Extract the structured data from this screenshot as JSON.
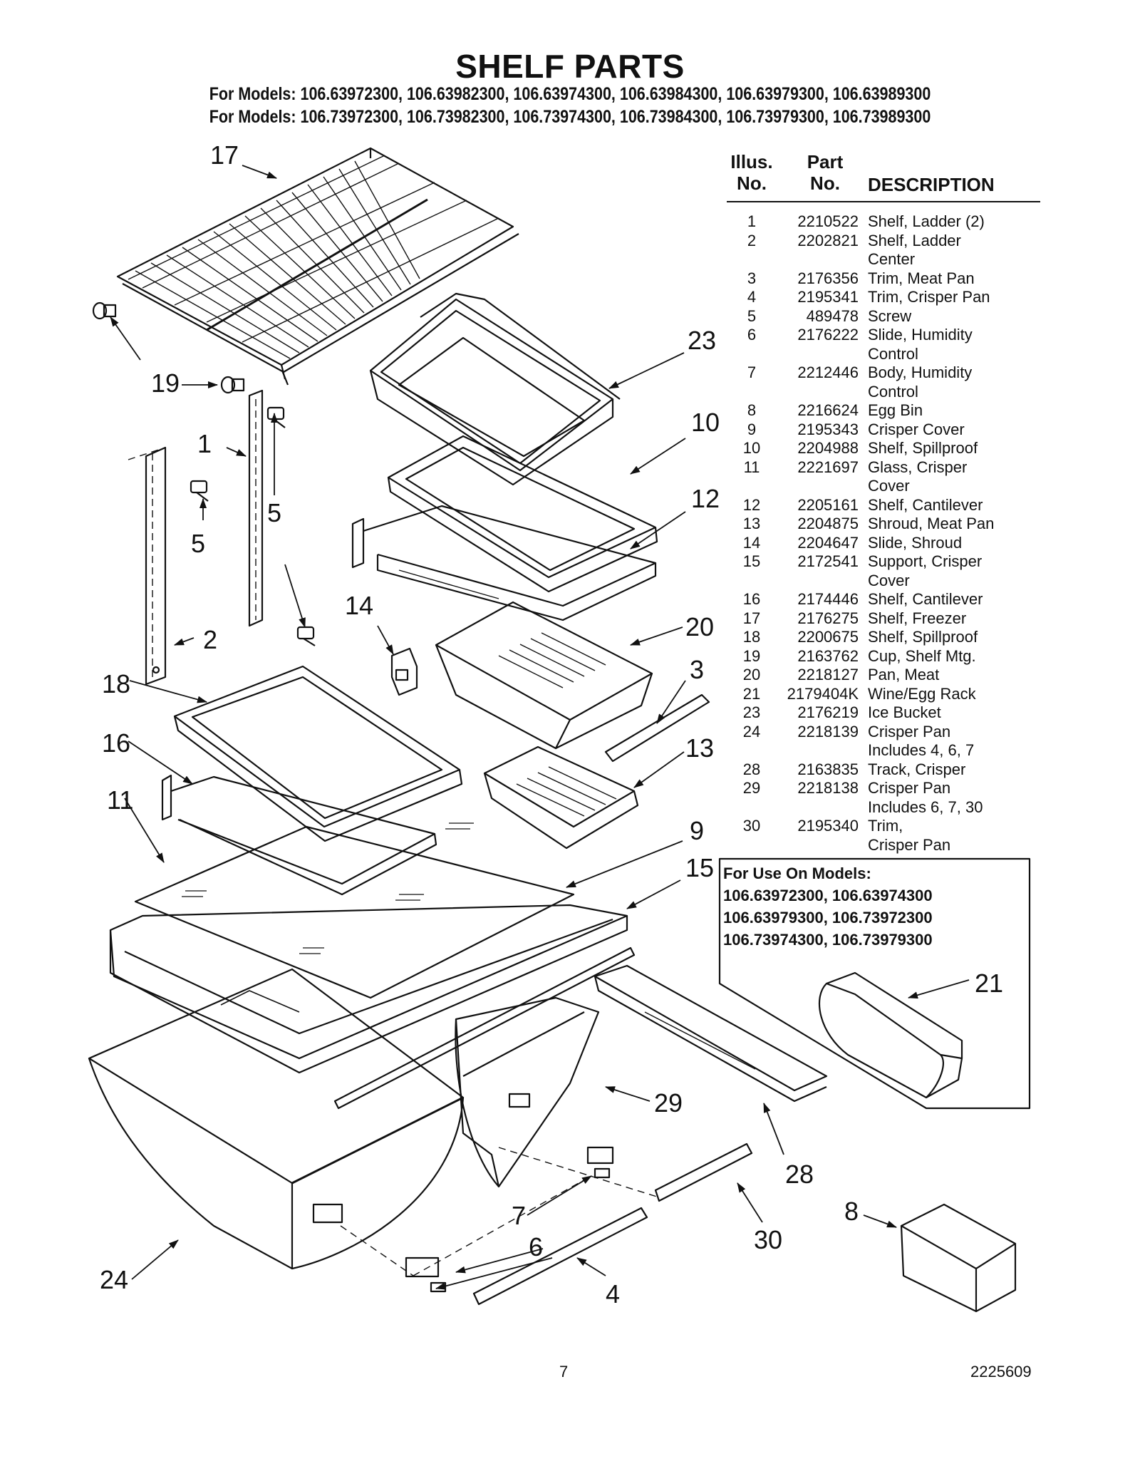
{
  "title": "SHELF PARTS",
  "models_line_1": "For Models: 106.63972300, 106.63982300, 106.63974300, 106.63984300, 106.63979300, 106.63989300",
  "models_line_2": "For Models: 106.73972300, 106.73982300, 106.73974300, 106.73984300, 106.73979300, 106.73989300",
  "table": {
    "header": {
      "illus_line1": "Illus.",
      "illus_line2": "No.",
      "part_line1": "Part",
      "part_line2": "No.",
      "description": "DESCRIPTION"
    },
    "rows": [
      {
        "illus": "1",
        "part": "2210522",
        "desc": "Shelf, Ladder (2)"
      },
      {
        "illus": "2",
        "part": "2202821",
        "desc": "Shelf, Ladder\nCenter"
      },
      {
        "illus": "3",
        "part": "2176356",
        "desc": "Trim, Meat Pan"
      },
      {
        "illus": "4",
        "part": "2195341",
        "desc": "Trim, Crisper Pan"
      },
      {
        "illus": "5",
        "part": "489478",
        "desc": "Screw"
      },
      {
        "illus": "6",
        "part": "2176222",
        "desc": "Slide, Humidity\nControl"
      },
      {
        "illus": "7",
        "part": "2212446",
        "desc": "Body, Humidity\nControl"
      },
      {
        "illus": "8",
        "part": "2216624",
        "desc": "Egg Bin"
      },
      {
        "illus": "9",
        "part": "2195343",
        "desc": "Crisper Cover"
      },
      {
        "illus": "10",
        "part": "2204988",
        "desc": "Shelf, Spillproof"
      },
      {
        "illus": "11",
        "part": "2221697",
        "desc": "Glass, Crisper\nCover"
      },
      {
        "illus": "12",
        "part": "2205161",
        "desc": "Shelf, Cantilever"
      },
      {
        "illus": "13",
        "part": "2204875",
        "desc": "Shroud, Meat Pan"
      },
      {
        "illus": "14",
        "part": "2204647",
        "desc": "Slide, Shroud"
      },
      {
        "illus": "15",
        "part": "2172541",
        "desc": "Support, Crisper\nCover"
      },
      {
        "illus": "16",
        "part": "2174446",
        "desc": "Shelf, Cantilever"
      },
      {
        "illus": "17",
        "part": "2176275",
        "desc": "Shelf, Freezer"
      },
      {
        "illus": "18",
        "part": "2200675",
        "desc": "Shelf, Spillproof"
      },
      {
        "illus": "19",
        "part": "2163762",
        "desc": "Cup, Shelf Mtg."
      },
      {
        "illus": "20",
        "part": "2218127",
        "desc": "Pan, Meat"
      },
      {
        "illus": "21",
        "part": "2179404K",
        "desc": "Wine/Egg Rack"
      },
      {
        "illus": "23",
        "part": "2176219",
        "desc": "Ice Bucket"
      },
      {
        "illus": "24",
        "part": "2218139",
        "desc": "Crisper Pan\nIncludes 4, 6, 7"
      },
      {
        "illus": "28",
        "part": "2163835",
        "desc": "Track, Crisper"
      },
      {
        "illus": "29",
        "part": "2218138",
        "desc": "Crisper Pan\nIncludes 6, 7, 30"
      },
      {
        "illus": "30",
        "part": "2195340",
        "desc": "Trim,\nCrisper Pan"
      }
    ]
  },
  "use_on": {
    "heading": "For Use On Models:",
    "lines": [
      "106.63972300, 106.63974300",
      "106.63979300, 106.73972300",
      "106.73974300, 106.73979300"
    ]
  },
  "callouts": {
    "c17": "17",
    "c19": "19",
    "c1": "1",
    "c5a": "5",
    "c5b": "5",
    "c2": "2",
    "c18": "18",
    "c16": "16",
    "c11": "11",
    "c14": "14",
    "c23": "23",
    "c10": "10",
    "c12": "12",
    "c20": "20",
    "c3": "3",
    "c13": "13",
    "c9": "9",
    "c15": "15",
    "c21": "21",
    "c29": "29",
    "c28": "28",
    "c30": "30",
    "c8": "8",
    "c7": "7",
    "c6": "6",
    "c4": "4",
    "c24": "24"
  },
  "footer": {
    "page_number": "7",
    "document_number": "2225609"
  }
}
